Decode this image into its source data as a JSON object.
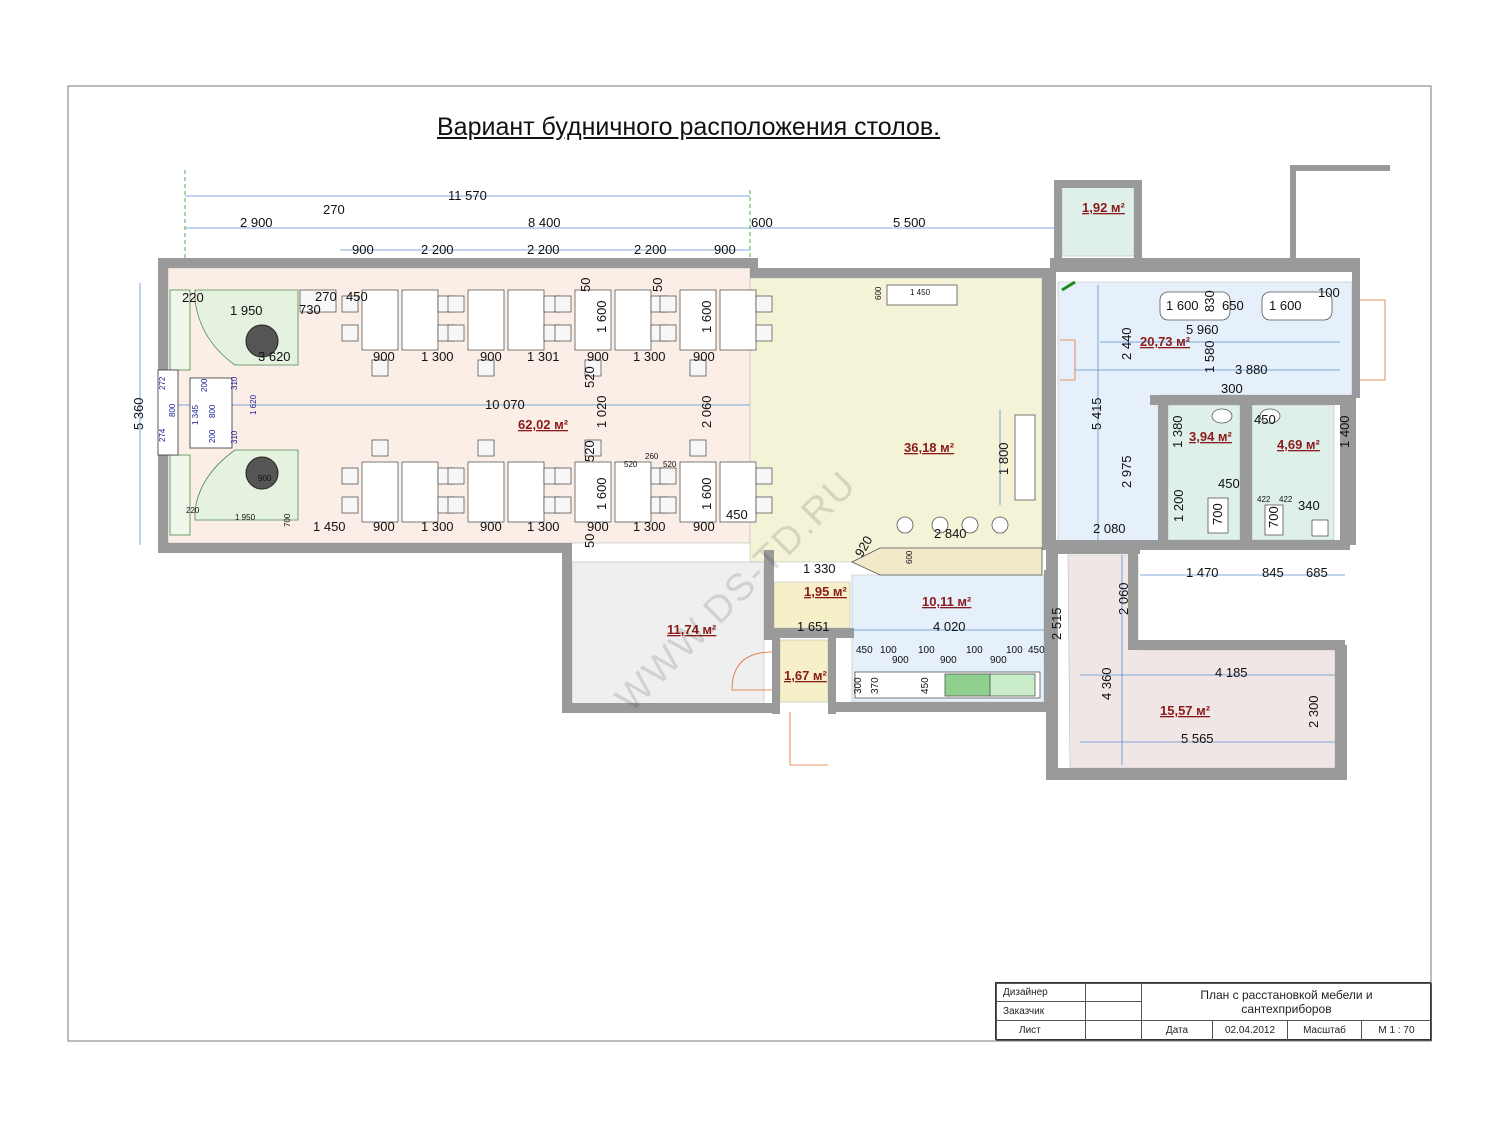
{
  "title": "Вариант будничного расположения столов.",
  "watermark": "WWW.DS-TD.RU",
  "colors": {
    "hall": "#fbeee6",
    "cafe": "#f4f3d8",
    "wet": "#e6f0fb",
    "wc": "#dff0ea",
    "utility": "#f1e6e6",
    "storage": "#efefef",
    "vestibule": "#f6f0c9",
    "wall": "#9a9a9a",
    "area_text": "#8b1a1a"
  },
  "rooms": {
    "hall": "62,02 м²",
    "cafe": "36,18 м²",
    "tiny_top": "1,92 м²",
    "washroom": "20,73 м²",
    "wc1": "3,94 м²",
    "wc2": "4,69 м²",
    "storage": "11,74 м²",
    "vest1": "1,95 м²",
    "vest2": "1,67 м²",
    "kitchen": "10,11 м²",
    "utility": "15,57 м²"
  },
  "dims": {
    "d11570": "11 570",
    "d2900": "2 900",
    "d270a": "270",
    "d8400": "8 400",
    "d600a": "600",
    "d5500": "5 500",
    "d900a": "900",
    "d2200a": "2 200",
    "d2200b": "2 200",
    "d2200c": "2 200",
    "d900b": "900",
    "d220a": "220",
    "d1950a": "1 950",
    "d270b": "270",
    "d450a": "450",
    "d730": "730",
    "d50a": "50",
    "d50b": "50",
    "d1600a": "1 600",
    "d1600b": "1 600",
    "d3620": "3 620",
    "d900c": "900",
    "d1300a": "1 300",
    "d900d": "900",
    "d1301": "1 301",
    "d900e": "900",
    "d1300b": "1 300",
    "d900f": "900",
    "d520a": "520",
    "d1020": "1 020",
    "d2060a": "2 060",
    "d10070": "10 070",
    "d5360": "5 360",
    "d520b": "520",
    "d520c": "520",
    "d260": "260",
    "d520d": "520",
    "d1600c": "1 600",
    "d1600d": "1 600",
    "d450b": "450",
    "d220b": "220",
    "d1950b": "1 950",
    "d700a": "700",
    "d1450": "1 450",
    "d900g": "900",
    "d1300c": "1 300",
    "d900h": "900",
    "d1300d": "1 300",
    "d900i": "900",
    "d1300e": "1 300",
    "d900j": "900",
    "d50c": "50",
    "d900k": "900",
    "d1450b": "1 450",
    "d600b": "600",
    "d1800": "1 800",
    "d2840": "2 840",
    "d920": "920",
    "d600c": "600",
    "d1330": "1 330",
    "d1651": "1 651",
    "d4020": "4 020",
    "d2515": "2 515",
    "k450a": "450",
    "k100a": "100",
    "k900a": "900",
    "k100b": "100",
    "k900b": "900",
    "k100c": "100",
    "k900c": "900",
    "k100d": "100",
    "k450b": "450",
    "k300": "300",
    "k370": "370",
    "k450c": "450",
    "d1600e": "1 600",
    "d830": "830",
    "d650": "650",
    "d1600f": "1 600",
    "d100": "100",
    "d2440": "2 440",
    "d5960": "5 960",
    "d1580": "1 580",
    "d3880": "3 880",
    "d300": "300",
    "d5415": "5 415",
    "d450c": "450",
    "d1380": "1 380",
    "d1400": "1 400",
    "d2975": "2 975",
    "d450d": "450",
    "d1200": "1 200",
    "d422a": "422",
    "d422b": "422",
    "d340": "340",
    "d700b": "700",
    "d700c": "700",
    "d2080": "2 080",
    "d1470": "1 470",
    "d845": "845",
    "d685": "685",
    "d2060b": "2 060",
    "d4360": "4 360",
    "d4185": "4 185",
    "d2300": "2 300",
    "d5565": "5 565",
    "s272": "272",
    "s800a": "800",
    "s274": "274",
    "s200a": "200",
    "s1345": "1 345",
    "s800b": "800",
    "s200b": "200",
    "s310a": "310",
    "s1620": "1 620",
    "s310b": "310",
    "s900": "900"
  },
  "stamp": {
    "designer_label": "Дизайнер",
    "customer_label": "Заказчик",
    "sheet_label": "Лист",
    "plan_title": "План с расстановкой мебели и сантехприборов",
    "date_label": "Дата",
    "date_value": "02.04.2012",
    "scale_label": "Масштаб",
    "scale_value": "М 1 : 70"
  }
}
